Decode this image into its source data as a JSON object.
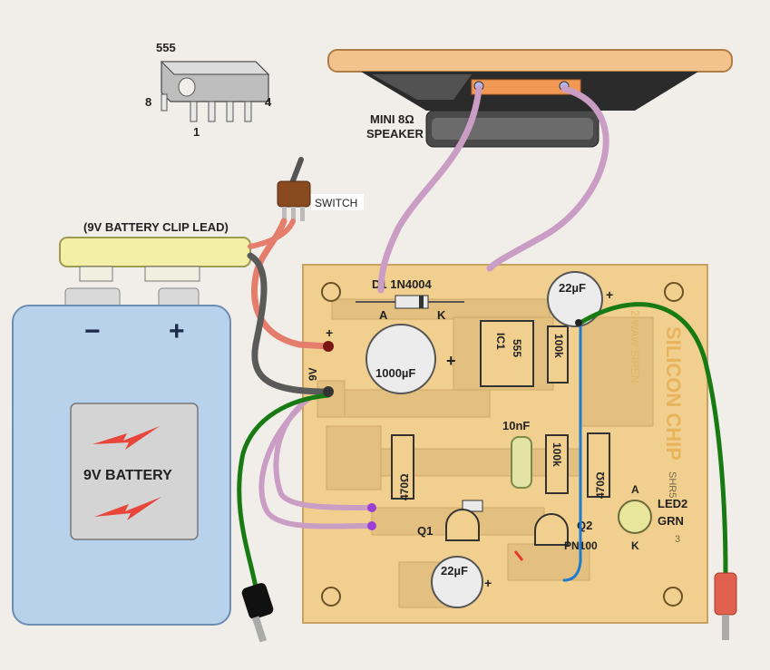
{
  "ic_pinout": {
    "name": "555",
    "pin8": "8",
    "pin4": "4",
    "pin1": "1"
  },
  "speaker": {
    "line1": "MINI 8Ω",
    "line2": "SPEAKER"
  },
  "switch_label": "SWITCH",
  "battery_clip_label": "(9V BATTERY CLIP LEAD)",
  "battery": {
    "label": "9V BATTERY",
    "minus_sign": "−",
    "plus_sign": "+"
  },
  "board": {
    "d1_label": "D1 1N4004",
    "d1_anode": "A",
    "d1_cathode": "K",
    "c_1000_label": "1000µF",
    "c_22_top_label": "22µF",
    "c_22_bottom_label": "22µF",
    "c_10n_label": "10nF",
    "ic1_label": "IC1",
    "ic1_part": "555",
    "r_100k_top": "100k",
    "r_100k_mid": "100k",
    "r_470_left": "470Ω",
    "r_470_right": "470Ω",
    "led_label_1": "LED2",
    "led_label_2": "GRN",
    "led_a": "A",
    "led_k": "K",
    "q1_label": "Q1",
    "q2_label": "Q2",
    "q2_part": "PN100",
    "supply_label": "9V",
    "plus_marker": "+",
    "brand_text": "SILICON CHIP",
    "title_text": "2-WAW SIREN",
    "code_text": "SHR5",
    "code_digit": "3"
  },
  "colors": {
    "board": "#f1cf8e",
    "track": "#e3c07f",
    "wire_red": "#e47d6b",
    "wire_black": "#5a5a5a",
    "wire_pink": "#c99dc4",
    "wire_green": "#177a12",
    "wire_blue": "#1f7bd0",
    "battery_blue": "#b8d2ec"
  }
}
